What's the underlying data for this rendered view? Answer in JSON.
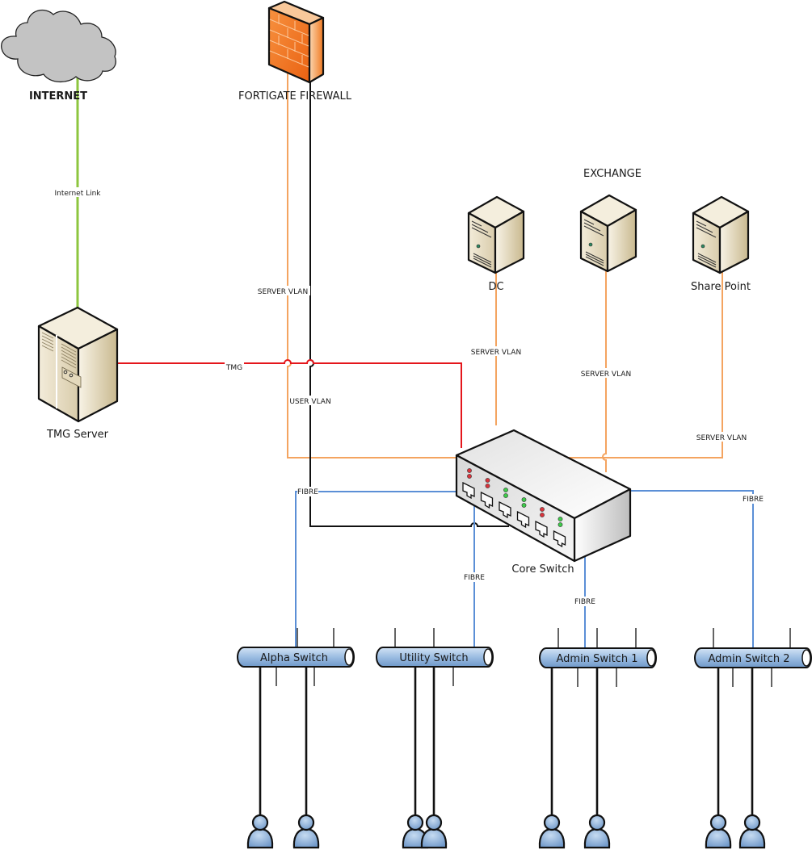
{
  "diagram": {
    "title": "Network Topology",
    "colors": {
      "internet_link": "#8dc63f",
      "server_vlan": "#f4a460",
      "user_vlan": "#111111",
      "tmg_link": "#e4161b",
      "fibre": "#5b8fd6",
      "access_link": "#111111",
      "server_body": "#e9dfc6",
      "firewall_orange": "#f47a20",
      "switch_tube": "#9cbde2",
      "user_icon": "#8fb4df",
      "led_red": "#d9343c",
      "led_green": "#3ecb4a",
      "cloud": "#c3c3c3"
    },
    "nodes": {
      "internet": {
        "label": "INTERNET",
        "type": "cloud"
      },
      "firewall": {
        "label": "FORTIGATE FIREWALL",
        "type": "firewall"
      },
      "tmg_server": {
        "label": "TMG Server",
        "type": "tower-server"
      },
      "exchange_group": {
        "label": "EXCHANGE"
      },
      "dc": {
        "label": "DC",
        "type": "server"
      },
      "exchange": {
        "label": "",
        "type": "server"
      },
      "sharepoint": {
        "label": "Share Point",
        "type": "server"
      },
      "core_switch": {
        "label": "Core Switch",
        "type": "switch",
        "ports": [
          {
            "port": 1,
            "leds": [
              "red",
              "red"
            ]
          },
          {
            "port": 2,
            "leds": [
              "red",
              "red"
            ]
          },
          {
            "port": 3,
            "leds": [
              "green",
              "green"
            ]
          },
          {
            "port": 4,
            "leds": [
              "green",
              "green"
            ]
          },
          {
            "port": 5,
            "leds": [
              "red",
              "red"
            ]
          },
          {
            "port": 6,
            "leds": [
              "green",
              "green"
            ]
          }
        ]
      },
      "access_switches": [
        {
          "label": "Alpha Switch",
          "users": 2
        },
        {
          "label": "Utility Switch",
          "users": 2
        },
        {
          "label": "Admin Switch 1",
          "users": 2
        },
        {
          "label": "Admin Switch 2",
          "users": 2
        }
      ]
    },
    "links": {
      "internet_link": "Internet Link",
      "tmg": "TMG",
      "server_vlan": "SERVER VLAN",
      "user_vlan": "USER VLAN",
      "fibre": "FIBRE"
    },
    "link_list": [
      {
        "from": "INTERNET",
        "to": "TMG Server",
        "label": "Internet Link",
        "kind": "internet_link"
      },
      {
        "from": "TMG Server",
        "to": "Core Switch",
        "label": "TMG",
        "kind": "tmg_link"
      },
      {
        "from": "FORTIGATE FIREWALL",
        "to": "Core Switch",
        "label": "SERVER VLAN",
        "kind": "server_vlan"
      },
      {
        "from": "FORTIGATE FIREWALL",
        "to": "Core Switch",
        "label": "USER VLAN",
        "kind": "user_vlan"
      },
      {
        "from": "DC",
        "to": "Core Switch",
        "label": "SERVER VLAN",
        "kind": "server_vlan"
      },
      {
        "from": "EXCHANGE",
        "to": "Core Switch",
        "label": "SERVER VLAN",
        "kind": "server_vlan"
      },
      {
        "from": "Share Point",
        "to": "Core Switch",
        "label": "SERVER VLAN",
        "kind": "server_vlan"
      },
      {
        "from": "Core Switch",
        "to": "Alpha Switch",
        "label": "FIBRE",
        "kind": "fibre"
      },
      {
        "from": "Core Switch",
        "to": "Utility Switch",
        "label": "FIBRE",
        "kind": "fibre"
      },
      {
        "from": "Core Switch",
        "to": "Admin Switch 1",
        "label": "FIBRE",
        "kind": "fibre"
      },
      {
        "from": "Core Switch",
        "to": "Admin Switch 2",
        "label": "FIBRE",
        "kind": "fibre"
      }
    ]
  }
}
